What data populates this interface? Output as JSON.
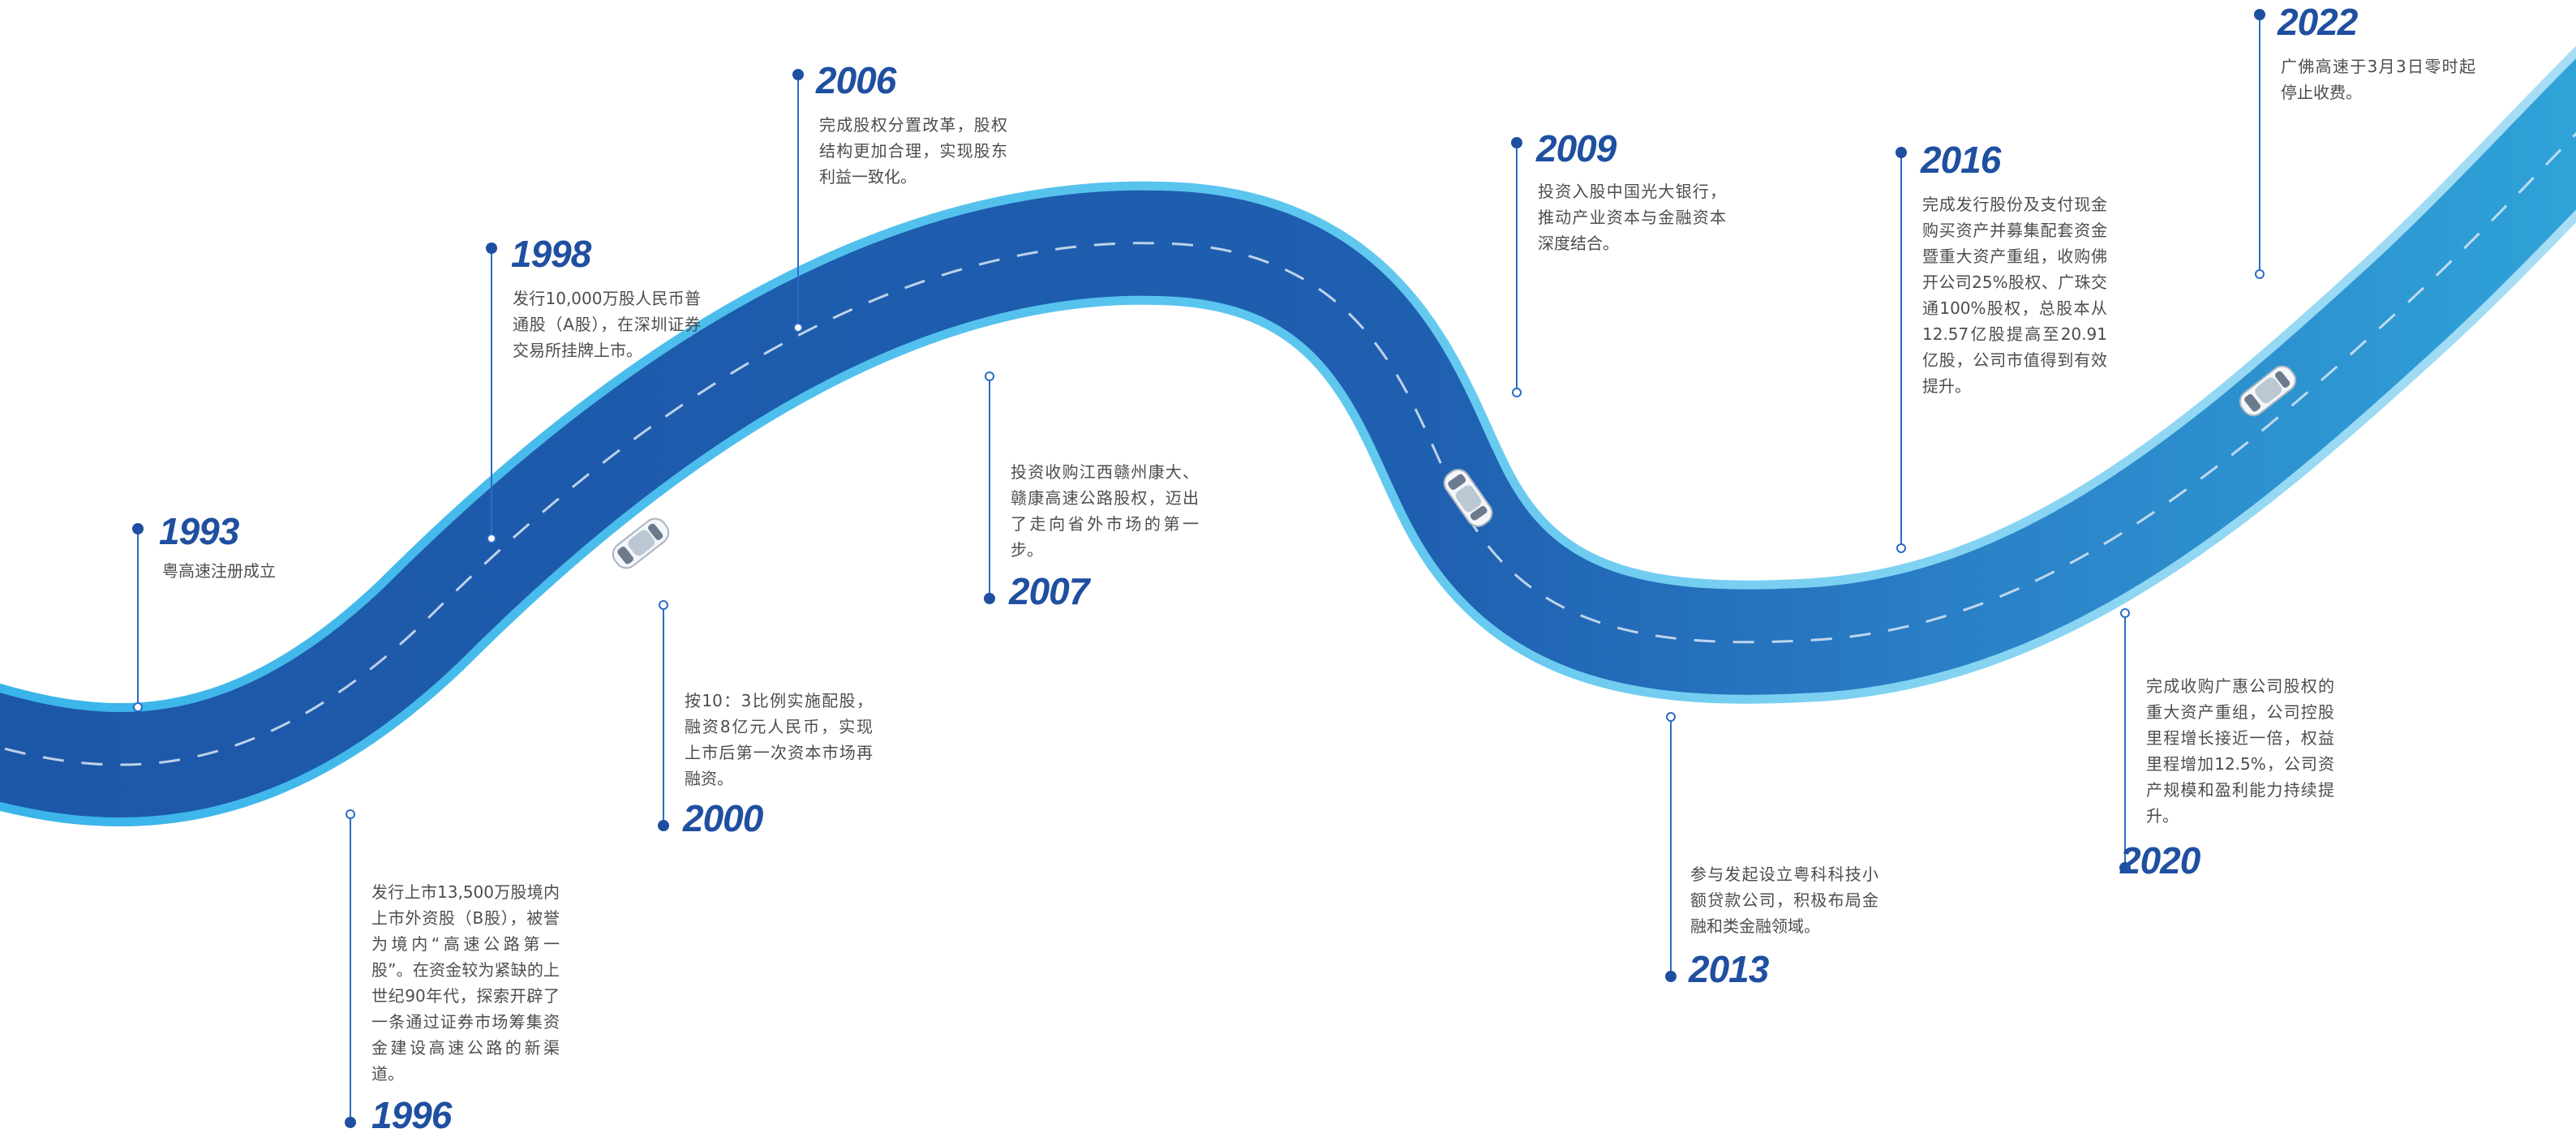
{
  "timeline": {
    "events": [
      {
        "year": "1993",
        "text": "粤高速注册成立"
      },
      {
        "year": "1996",
        "text": "发行上市13,500万股境内上市外资股（B股），被誉为境内“高速公路第一股”。在资金较为紧缺的上世纪90年代，探索开辟了一条通过证券市场筹集资金建设高速公路的新渠道。"
      },
      {
        "year": "1998",
        "text": "发行10,000万股人民币普通股（A股），在深圳证券交易所挂牌上市。"
      },
      {
        "year": "2000",
        "text": "按10：3比例实施配股，融资8亿元人民币，实现上市后第一次资本市场再融资。"
      },
      {
        "year": "2006",
        "text": "完成股权分置改革，股权结构更加合理，实现股东利益一致化。"
      },
      {
        "year": "2007",
        "text": "投资收购江西赣州康大、赣康高速公路股权，迈出了走向省外市场的第一步。"
      },
      {
        "year": "2009",
        "text": "投资入股中国光大银行，推动产业资本与金融资本深度结合。"
      },
      {
        "year": "2013",
        "text": "参与发起设立粤科科技小额贷款公司，积极布局金融和类金融领域。"
      },
      {
        "year": "2016",
        "text": "完成发行股份及支付现金购买资产并募集配套资金暨重大资产重组，收购佛开公司25%股权、广珠交通100%股权，总股本从12.57亿股提高至20.91亿股，公司市值得到有效提升。"
      },
      {
        "year": "2020",
        "text": "完成收购广惠公司股权的重大资产重组，公司控股里程增长接近一倍，权益里程增加12.5%，公司资产规模和盈利能力持续提升。"
      },
      {
        "year": "2022",
        "text": "广佛高速于3月3日零时起停止收费。"
      }
    ]
  },
  "colors": {
    "road_dark": "#1d57a8",
    "road_mid": "#2b83c8",
    "road_light": "#2fa3d8",
    "road_edge": "#5cc6ee",
    "lane_dash": "#d9e6f4",
    "marker": "#1f4fa0",
    "year_text": "#1f4fa0",
    "body_text": "#4d4d4d"
  },
  "icons": {
    "vehicle": "car-icon",
    "marker": "timeline-dot"
  }
}
